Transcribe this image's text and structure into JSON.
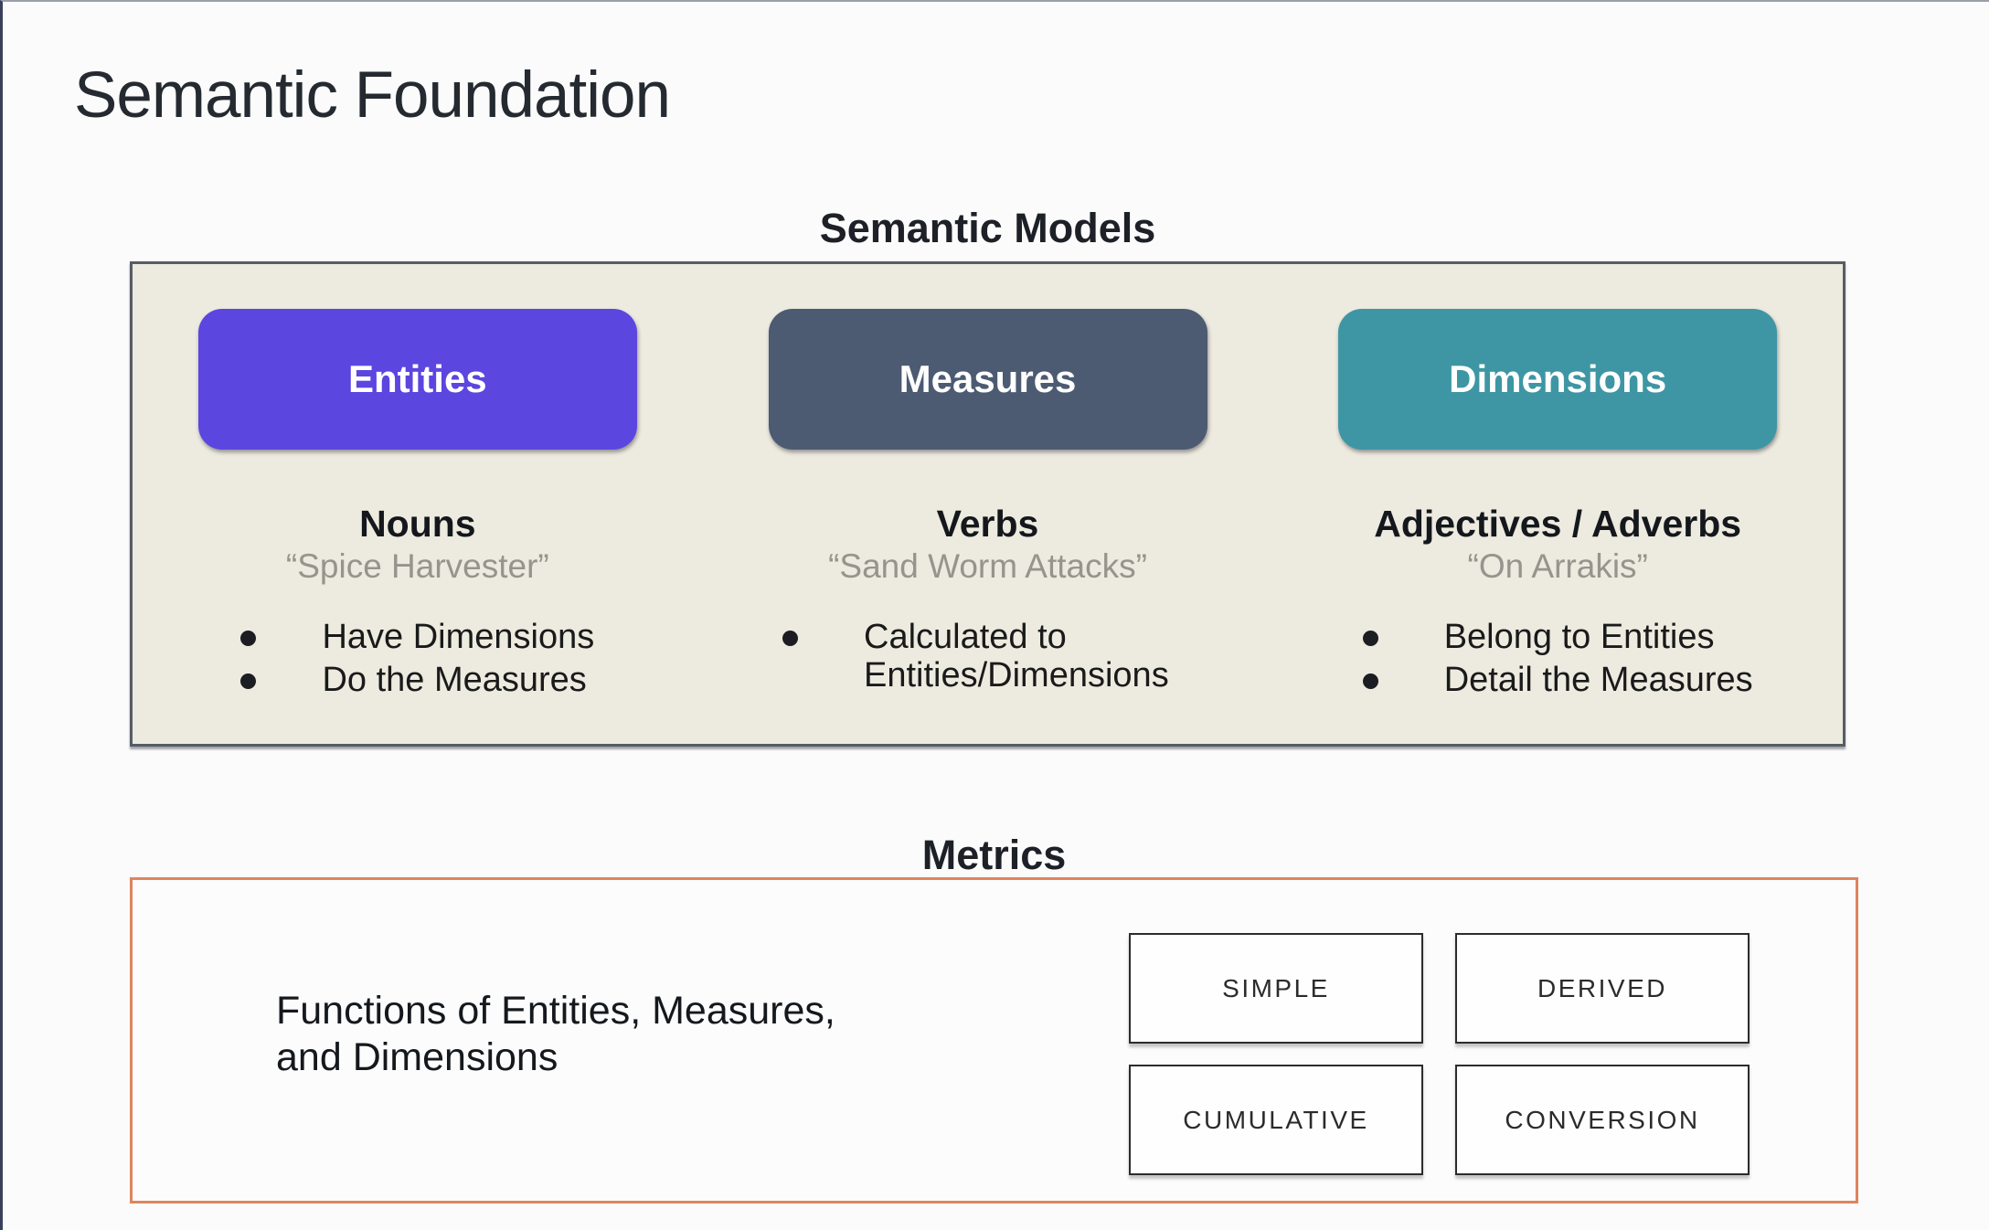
{
  "slide": {
    "title": "Semantic Foundation"
  },
  "semantic_models": {
    "heading": "Semantic Models",
    "box_background": "#edeadf",
    "columns": [
      {
        "pill_label": "Entities",
        "pill_color": "#5b46e0",
        "subheading": "Nouns",
        "quote": "“Spice Harvester”",
        "bullets": [
          "Have Dimensions",
          "Do the Measures"
        ]
      },
      {
        "pill_label": "Measures",
        "pill_color": "#4c5b72",
        "subheading": "Verbs",
        "quote": "“Sand Worm Attacks”",
        "bullets": [
          "Calculated to Entities/Dimensions"
        ]
      },
      {
        "pill_label": "Dimensions",
        "pill_color": "#3e96a4",
        "subheading": "Adjectives / Adverbs",
        "quote": "“On Arrakis”",
        "bullets": [
          "Belong to Entities",
          "Detail the Measures"
        ]
      }
    ]
  },
  "metrics": {
    "heading": "Metrics",
    "border_color": "#df845e",
    "description_line1": "Functions of Entities, Measures,",
    "description_line2": "and Dimensions",
    "types": [
      "SIMPLE",
      "DERIVED",
      "CUMULATIVE",
      "CONVERSION"
    ]
  }
}
